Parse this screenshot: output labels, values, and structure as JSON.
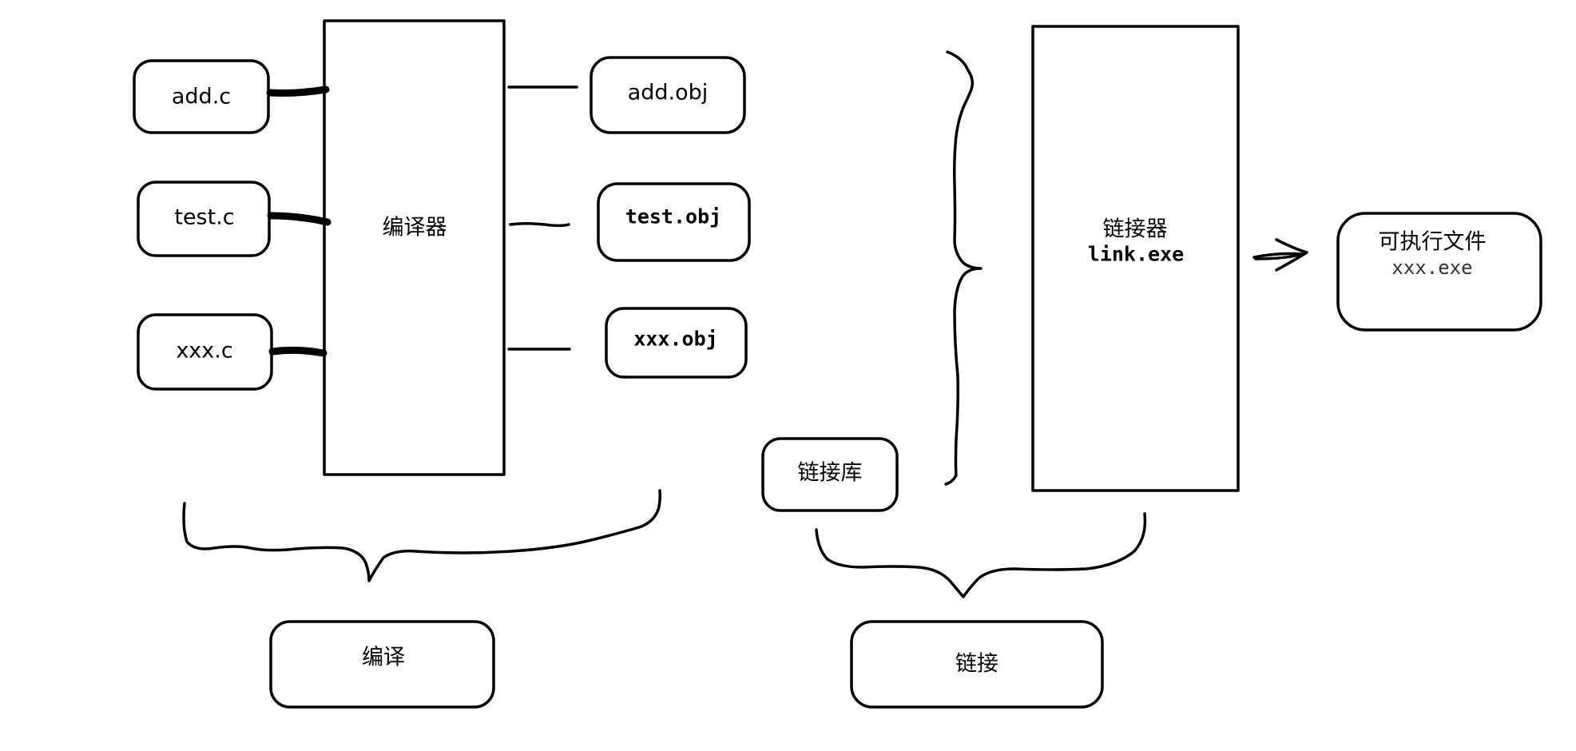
{
  "sources": {
    "add": "add.c",
    "test": "test.c",
    "xxx": "xxx.c"
  },
  "compiler": {
    "label": "编译器"
  },
  "objects": {
    "add": "add.obj",
    "test": "test.obj",
    "xxx": "xxx.obj"
  },
  "linker": {
    "label": "链接器",
    "program": "link.exe"
  },
  "link_library": {
    "label": "链接库"
  },
  "output": {
    "label": "可执行文件",
    "filename": "xxx.exe"
  },
  "stages": {
    "compile": "编译",
    "link": "链接"
  }
}
